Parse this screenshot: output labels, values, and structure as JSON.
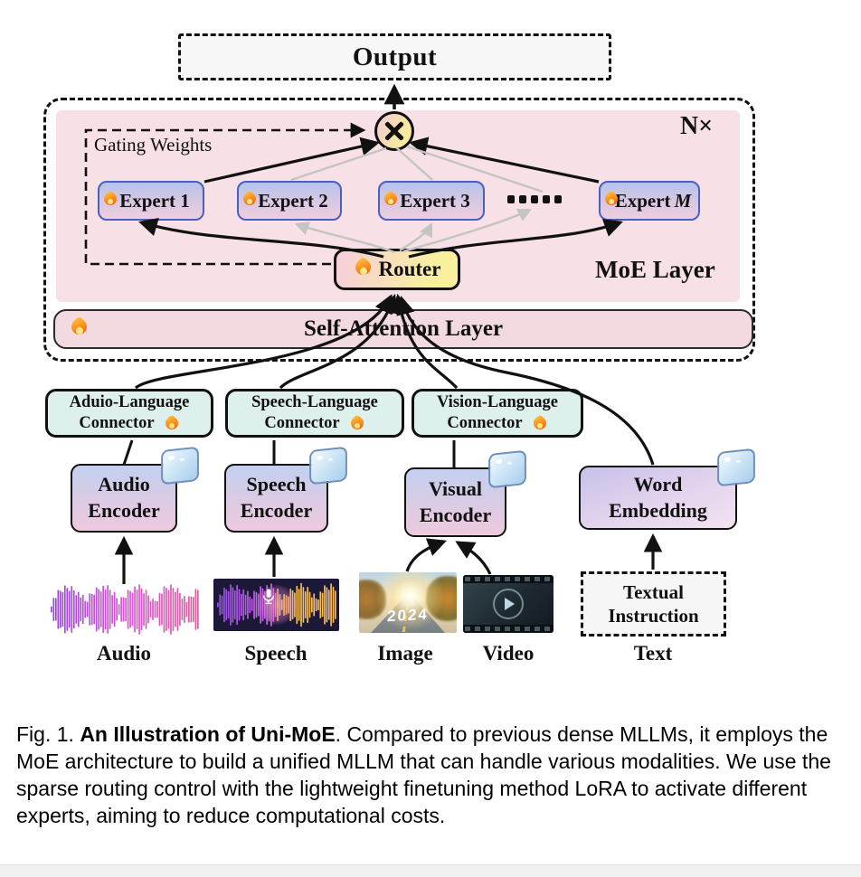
{
  "figure": {
    "output": "Output",
    "repeat_label": "N×",
    "gating_weights": "Gating Weights",
    "experts": [
      {
        "label": "Expert 1"
      },
      {
        "label": "Expert 2"
      },
      {
        "label": "Expert 3"
      },
      {
        "label_prefix": "Expert",
        "label_suffix": "M"
      }
    ],
    "router": "Router",
    "moe_layer": "MoE Layer",
    "self_attention": "Self-Attention Layer",
    "connectors": [
      {
        "line1": "Aduio-Language",
        "line2": "Connector"
      },
      {
        "line1": "Speech-Language",
        "line2": "Connector"
      },
      {
        "line1": "Vision-Language",
        "line2": "Connector"
      }
    ],
    "encoders": [
      {
        "line1": "Audio",
        "line2": "Encoder"
      },
      {
        "line1": "Speech",
        "line2": "Encoder"
      },
      {
        "line1": "Visual",
        "line2": "Encoder"
      },
      {
        "line1": "Word",
        "line2": "Embedding"
      }
    ],
    "textual_instruction": {
      "line1": "Textual",
      "line2": "Instruction"
    },
    "modalities": [
      "Audio",
      "Speech",
      "Image",
      "Video",
      "Text"
    ],
    "image_overlay_text": "2024",
    "icons": {
      "fire": "flame (trainable)",
      "ice": "ice-cube (frozen)",
      "multiply": "⊗",
      "play": "▶",
      "mic": "microphone"
    }
  },
  "caption": {
    "figure_label": "Fig. 1. ",
    "title_bold": "An Illustration of Uni-MoE",
    "body": ". Compared to previous dense MLLMs, it employs the MoE architecture to build a unified MLLM that can handle various modalities. We use the sparse routing control with the lightweight finetuning method LoRA to activate different experts, aiming to reduce computational costs."
  },
  "colors": {
    "moe_background": "#f7e1e6",
    "self_attention_fill": "#f3dae1",
    "connector_fill": "#def0ec",
    "expert_border": "#4a5fc0",
    "expert_gradient": [
      "#b6c3e9",
      "#efcdde"
    ],
    "router_gradient": [
      "#f6cfd8",
      "#f9f09e"
    ],
    "encoder_gradient": [
      "#c2d0ef",
      "#eecade"
    ],
    "word_embedding_gradient": [
      "#c7c1e9",
      "#f2e2f1"
    ],
    "multiply_circle_gradient": [
      "#f4d2c8",
      "#f6ea9d"
    ],
    "gray_connection": "#c4c4c4"
  }
}
